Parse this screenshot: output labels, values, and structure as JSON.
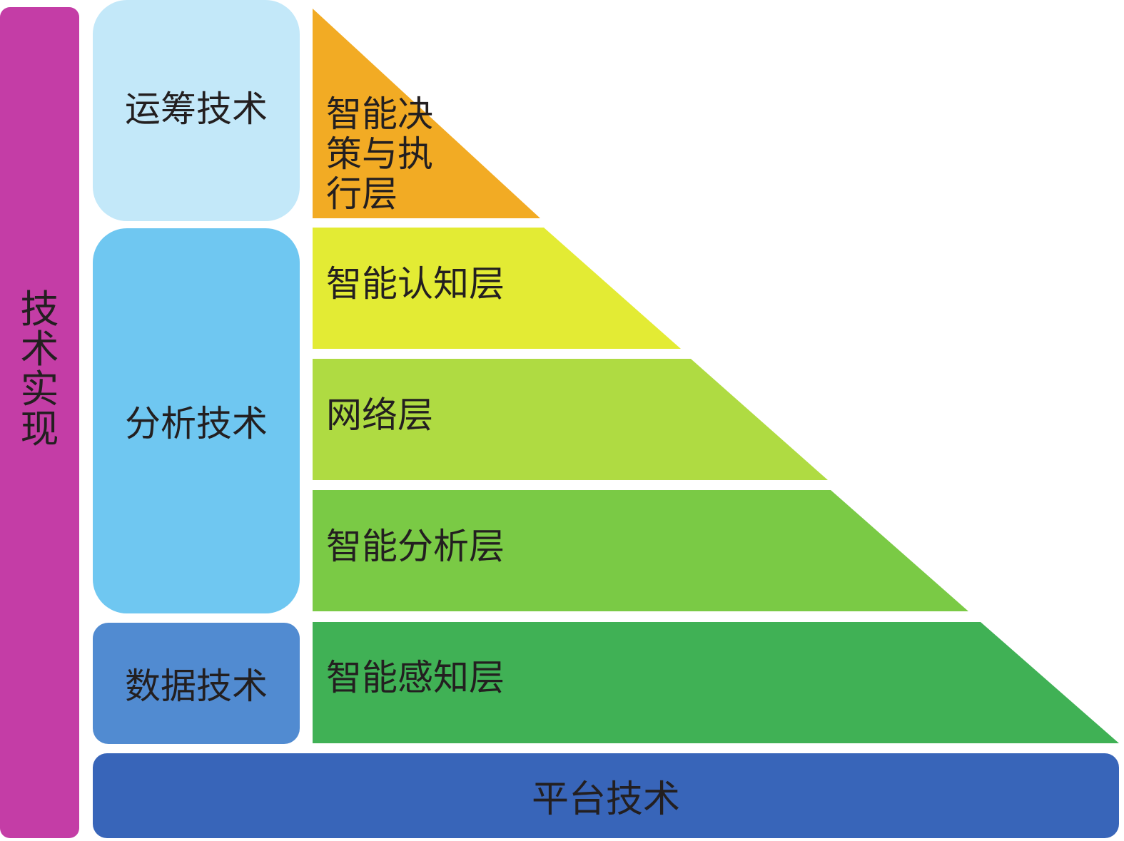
{
  "side_label": "技术实现",
  "tech_groups": {
    "operations": "运筹技术",
    "analysis": "分析技术",
    "data": "数据技术"
  },
  "layers": [
    {
      "label": "智能决策与执行层",
      "color": "#f2ab24"
    },
    {
      "label": "智能认知层",
      "color": "#e3eb34"
    },
    {
      "label": "网络层",
      "color": "#afdb42"
    },
    {
      "label": "智能分析层",
      "color": "#7aca45"
    },
    {
      "label": "智能感知层",
      "color": "#40b155"
    }
  ],
  "platform_label": "平台技术",
  "colors": {
    "side_bar": "#c43da6",
    "operations_box": "#c3e8f9",
    "analysis_box": "#6fc7f1",
    "data_box": "#518bd1",
    "platform_bar": "#3865b9",
    "text": "#231f20"
  }
}
